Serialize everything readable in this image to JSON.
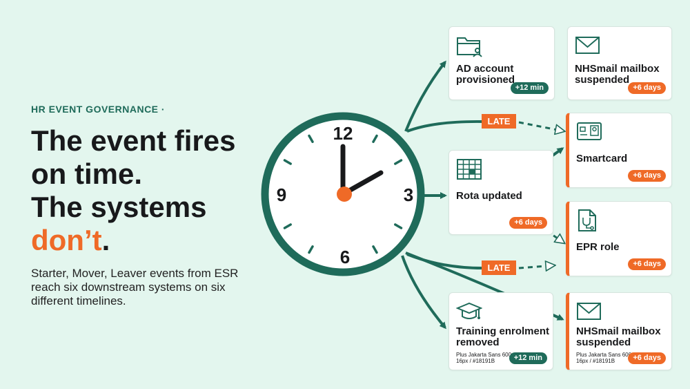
{
  "eyebrow": "HR EVENT GOVERNANCE ·",
  "headline": {
    "line1": "The event fires",
    "line2": "on time.",
    "line3": "The systems",
    "accent": "don’t",
    "end": "."
  },
  "subtitle": "Starter, Mover, Leaver events from ESR reach six downstream systems on six different timelines.",
  "clock": {
    "n12": "12",
    "n3": "3",
    "n6": "6",
    "n9": "9"
  },
  "late_label": "LATE",
  "cards": {
    "ad": {
      "title1": "AD account",
      "title2": "provisioned",
      "badge": "+12 min"
    },
    "nhsmail_top": {
      "title1": "NHSmail mailbox",
      "title2": "suspended",
      "badge": "+6 days"
    },
    "smartcard": {
      "title": "Smartcard",
      "badge": "+6 days"
    },
    "rota": {
      "title": "Rota updated",
      "badge": "+6 days"
    },
    "epr": {
      "title": "EPR role",
      "badge": "+6 days"
    },
    "training": {
      "title1": "Training enrolment",
      "title2": "removed",
      "meta1": "Plus Jakarta Sans 600",
      "meta2": "16px / #18191B",
      "badge": "+12 min"
    },
    "nhsmail_bottom": {
      "title1": "NHSmail mailbox",
      "title2": "suspended",
      "meta1": "Plus Jakarta Sans 600",
      "meta2": "16px / #18191B",
      "badge": "+6 days"
    }
  },
  "colors": {
    "teal": "#1f6b5a",
    "orange": "#ef6a27",
    "background": "#e3f6ee",
    "ink": "#18191b"
  },
  "icons": [
    "folder-user-icon",
    "mail-icon",
    "id-card-icon",
    "calendar-grid-icon",
    "stethoscope-doc-icon",
    "graduation-cap-icon"
  ]
}
